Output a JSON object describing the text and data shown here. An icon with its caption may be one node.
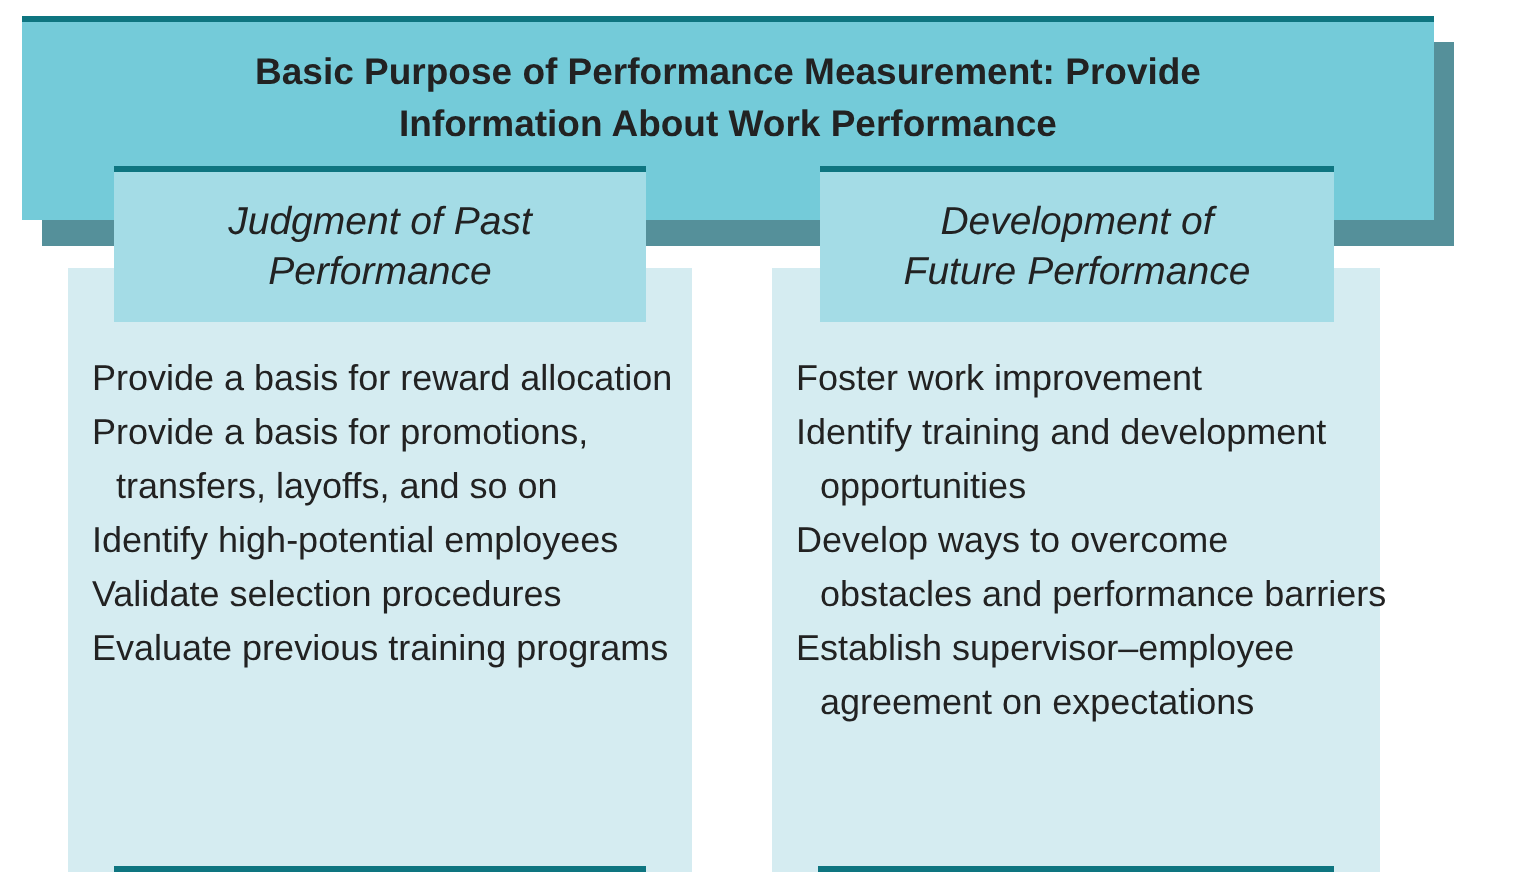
{
  "diagram": {
    "nodes": [
      {
        "text": [
          "Basic Purpose of Performance Measurement: Provide Information About Work Performance"
        ]
      },
      {
        "text": [
          "Judgment of Past Performance"
        ]
      },
      {
        "text": [
          "Provide a basis for reward allocation",
          "Provide a basis for promotions, transfers, layoffs, and so on",
          "Identify high-potential employees",
          "Validate selection procedures",
          "Evaluate previous training programs"
        ]
      },
      {
        "text": [
          "Development of Future Performance"
        ]
      },
      {
        "text": [
          "Foster work improvement",
          "Identify training and development opportunities",
          "Develop ways to overcome obstacles and performance barriers",
          "Establish supervisor–employee agreement on expectations"
        ]
      }
    ]
  }
}
